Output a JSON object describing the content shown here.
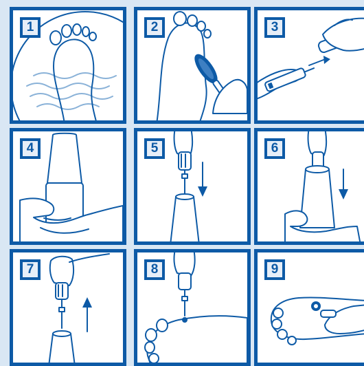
{
  "panels": [
    {
      "number": "1",
      "icon": "foot-in-water-icon"
    },
    {
      "number": "2",
      "icon": "foot-sole-file-icon"
    },
    {
      "number": "3",
      "icon": "pen-needle-attach-icon"
    },
    {
      "number": "4",
      "icon": "hand-holding-bottle-icon"
    },
    {
      "number": "5",
      "icon": "pen-into-bottle-icon"
    },
    {
      "number": "6",
      "icon": "pen-in-bottle-icon"
    },
    {
      "number": "7",
      "icon": "pen-withdraw-icon"
    },
    {
      "number": "8",
      "icon": "pen-apply-to-foot-icon"
    },
    {
      "number": "9",
      "icon": "treated-spot-icon"
    }
  ],
  "colors": {
    "border": "#0d5aa6",
    "background": "#d9e7f4",
    "badge_fill": "#e6eef8",
    "water": "#8ab2d8"
  }
}
